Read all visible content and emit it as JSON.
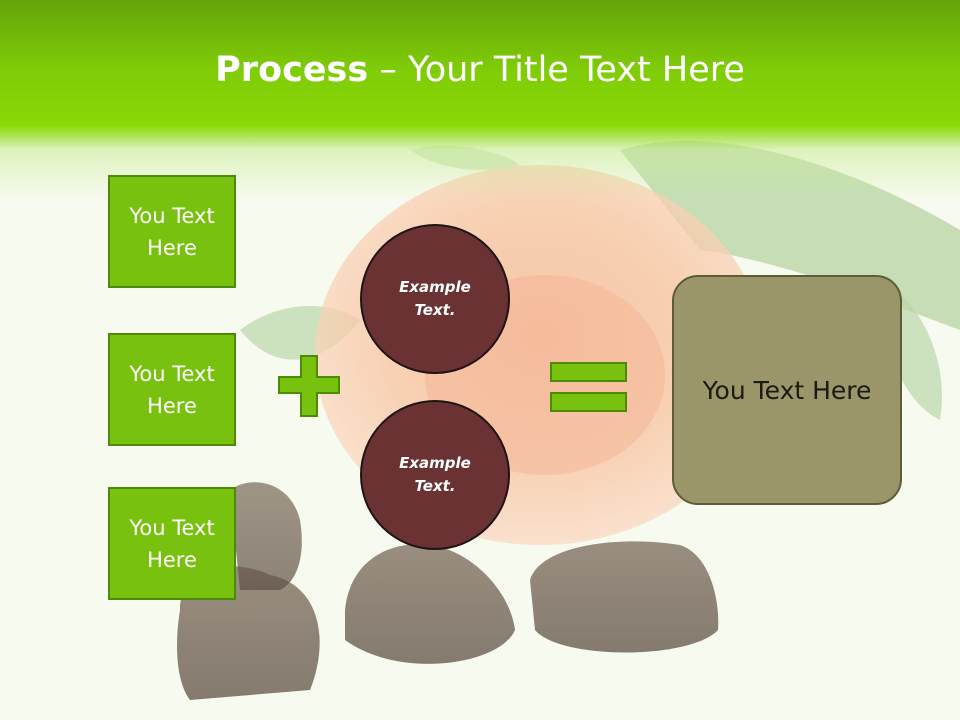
{
  "title": {
    "bold": "Process",
    "separator": " – ",
    "rest": "Your Title Text Here"
  },
  "boxes": [
    {
      "label": "You Text Here"
    },
    {
      "label": "You Text Here"
    },
    {
      "label": "You Text Here"
    }
  ],
  "circles": [
    {
      "label": "Example Text."
    },
    {
      "label": "Example Text."
    }
  ],
  "result": {
    "label": "You Text Here"
  },
  "colors": {
    "header_green": "#7fcc08",
    "box_green": "#78c20f",
    "circle_brown": "#6b3233",
    "result_olive": "#9a966a"
  }
}
